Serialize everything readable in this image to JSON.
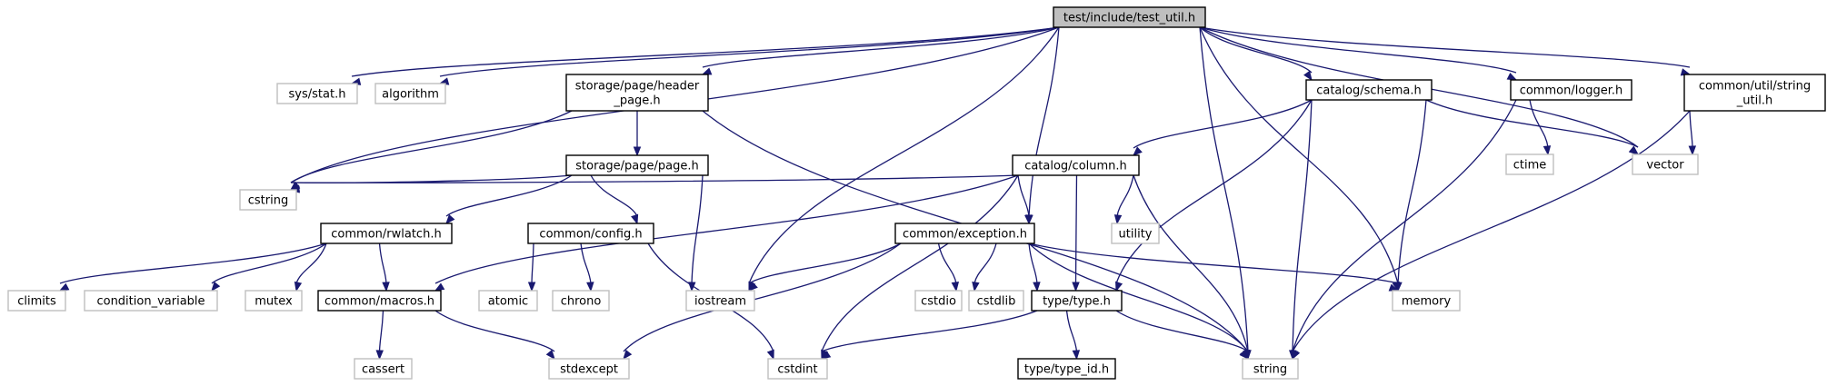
{
  "diagram": {
    "title": "test/include/test_util.h",
    "colors": {
      "edge": "#191970",
      "main_fill": "#bfbfbf",
      "project_border": "#000000",
      "system_border": "#bfbfbf"
    },
    "nodes": [
      {
        "id": "test_util",
        "lines": [
          "test/include/test_util.h"
        ],
        "kind": "main"
      },
      {
        "id": "sys_stat",
        "lines": [
          "sys/stat.h"
        ],
        "kind": "system"
      },
      {
        "id": "algorithm",
        "lines": [
          "algorithm"
        ],
        "kind": "system"
      },
      {
        "id": "header_page",
        "lines": [
          "storage/page/header",
          "_page.h"
        ],
        "kind": "project"
      },
      {
        "id": "schema",
        "lines": [
          "catalog/schema.h"
        ],
        "kind": "project"
      },
      {
        "id": "logger",
        "lines": [
          "common/logger.h"
        ],
        "kind": "project"
      },
      {
        "id": "string_util",
        "lines": [
          "common/util/string",
          "_util.h"
        ],
        "kind": "project"
      },
      {
        "id": "page",
        "lines": [
          "storage/page/page.h"
        ],
        "kind": "project"
      },
      {
        "id": "column",
        "lines": [
          "catalog/column.h"
        ],
        "kind": "project"
      },
      {
        "id": "ctime",
        "lines": [
          "ctime"
        ],
        "kind": "system"
      },
      {
        "id": "vector",
        "lines": [
          "vector"
        ],
        "kind": "system"
      },
      {
        "id": "cstring",
        "lines": [
          "cstring"
        ],
        "kind": "system"
      },
      {
        "id": "rwlatch",
        "lines": [
          "common/rwlatch.h"
        ],
        "kind": "project"
      },
      {
        "id": "config",
        "lines": [
          "common/config.h"
        ],
        "kind": "project"
      },
      {
        "id": "exception",
        "lines": [
          "common/exception.h"
        ],
        "kind": "project"
      },
      {
        "id": "utility",
        "lines": [
          "utility"
        ],
        "kind": "system"
      },
      {
        "id": "climits",
        "lines": [
          "climits"
        ],
        "kind": "system"
      },
      {
        "id": "condvar",
        "lines": [
          "condition_variable"
        ],
        "kind": "system"
      },
      {
        "id": "mutex",
        "lines": [
          "mutex"
        ],
        "kind": "system"
      },
      {
        "id": "macros",
        "lines": [
          "common/macros.h"
        ],
        "kind": "project"
      },
      {
        "id": "atomic",
        "lines": [
          "atomic"
        ],
        "kind": "system"
      },
      {
        "id": "chrono",
        "lines": [
          "chrono"
        ],
        "kind": "system"
      },
      {
        "id": "iostream",
        "lines": [
          "iostream"
        ],
        "kind": "system"
      },
      {
        "id": "cstdio",
        "lines": [
          "cstdio"
        ],
        "kind": "system"
      },
      {
        "id": "cstdlib",
        "lines": [
          "cstdlib"
        ],
        "kind": "system"
      },
      {
        "id": "type",
        "lines": [
          "type/type.h"
        ],
        "kind": "project"
      },
      {
        "id": "memory",
        "lines": [
          "memory"
        ],
        "kind": "system"
      },
      {
        "id": "cassert",
        "lines": [
          "cassert"
        ],
        "kind": "system"
      },
      {
        "id": "stdexcept",
        "lines": [
          "stdexcept"
        ],
        "kind": "system"
      },
      {
        "id": "cstdint",
        "lines": [
          "cstdint"
        ],
        "kind": "system"
      },
      {
        "id": "string",
        "lines": [
          "string"
        ],
        "kind": "system"
      },
      {
        "id": "type_id",
        "lines": [
          "type/type_id.h"
        ],
        "kind": "project"
      }
    ],
    "edges": [
      [
        "test_util",
        "sys_stat"
      ],
      [
        "test_util",
        "algorithm"
      ],
      [
        "test_util",
        "header_page"
      ],
      [
        "test_util",
        "cstring"
      ],
      [
        "test_util",
        "iostream"
      ],
      [
        "test_util",
        "exception"
      ],
      [
        "test_util",
        "string"
      ],
      [
        "test_util",
        "schema"
      ],
      [
        "test_util",
        "memory"
      ],
      [
        "test_util",
        "logger"
      ],
      [
        "test_util",
        "vector"
      ],
      [
        "test_util",
        "string_util"
      ],
      [
        "header_page",
        "cstring"
      ],
      [
        "header_page",
        "page"
      ],
      [
        "header_page",
        "string"
      ],
      [
        "page",
        "cstring"
      ],
      [
        "page",
        "rwlatch"
      ],
      [
        "page",
        "config"
      ],
      [
        "page",
        "iostream"
      ],
      [
        "schema",
        "column"
      ],
      [
        "schema",
        "vector"
      ],
      [
        "schema",
        "type"
      ],
      [
        "schema",
        "memory"
      ],
      [
        "schema",
        "string"
      ],
      [
        "logger",
        "ctime"
      ],
      [
        "logger",
        "string"
      ],
      [
        "string_util",
        "vector"
      ],
      [
        "string_util",
        "string"
      ],
      [
        "column",
        "cstring"
      ],
      [
        "column",
        "macros"
      ],
      [
        "column",
        "cstdint"
      ],
      [
        "column",
        "exception"
      ],
      [
        "column",
        "type"
      ],
      [
        "column",
        "utility"
      ],
      [
        "column",
        "string"
      ],
      [
        "rwlatch",
        "climits"
      ],
      [
        "rwlatch",
        "condvar"
      ],
      [
        "rwlatch",
        "mutex"
      ],
      [
        "rwlatch",
        "macros"
      ],
      [
        "config",
        "atomic"
      ],
      [
        "config",
        "chrono"
      ],
      [
        "config",
        "cstdint"
      ],
      [
        "exception",
        "iostream"
      ],
      [
        "exception",
        "stdexcept"
      ],
      [
        "exception",
        "cstdio"
      ],
      [
        "exception",
        "cstdlib"
      ],
      [
        "exception",
        "type"
      ],
      [
        "exception",
        "memory"
      ],
      [
        "exception",
        "string"
      ],
      [
        "macros",
        "cassert"
      ],
      [
        "macros",
        "stdexcept"
      ],
      [
        "type",
        "cstdint"
      ],
      [
        "type",
        "type_id"
      ],
      [
        "type",
        "string"
      ]
    ]
  }
}
